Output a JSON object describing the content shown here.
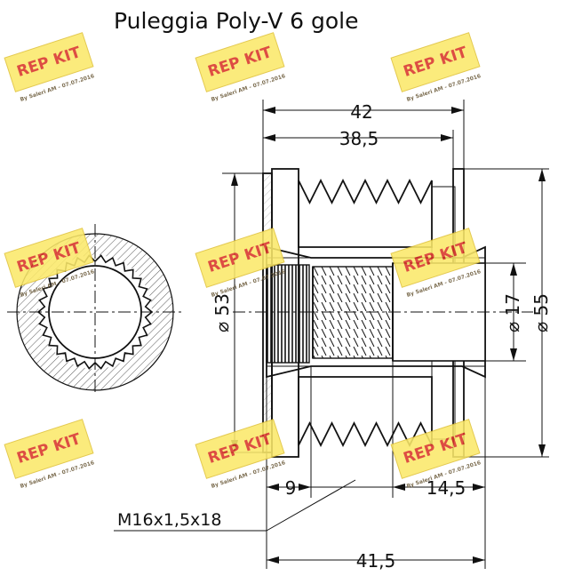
{
  "title": "Puleggia Poly-V 6 gole",
  "dimensions": {
    "overall_width": "42",
    "groove_width": "38,5",
    "outer_diameter_left": "⌀ 53",
    "bore_diameter": "⌀ 17",
    "outer_diameter_right": "⌀ 55",
    "hub_length_left": "9",
    "hub_length_right": "14,5",
    "total_length": "41,5"
  },
  "thread_note": "M16x1,5x18",
  "watermark": {
    "logo_text": "REP KIT",
    "subtitle": "By Saleri AM - 07.07.2016"
  },
  "colors": {
    "line": "#111111",
    "watermark_fill": "#fbe96a",
    "watermark_text": "#d9352a",
    "hatch": "#222222"
  }
}
